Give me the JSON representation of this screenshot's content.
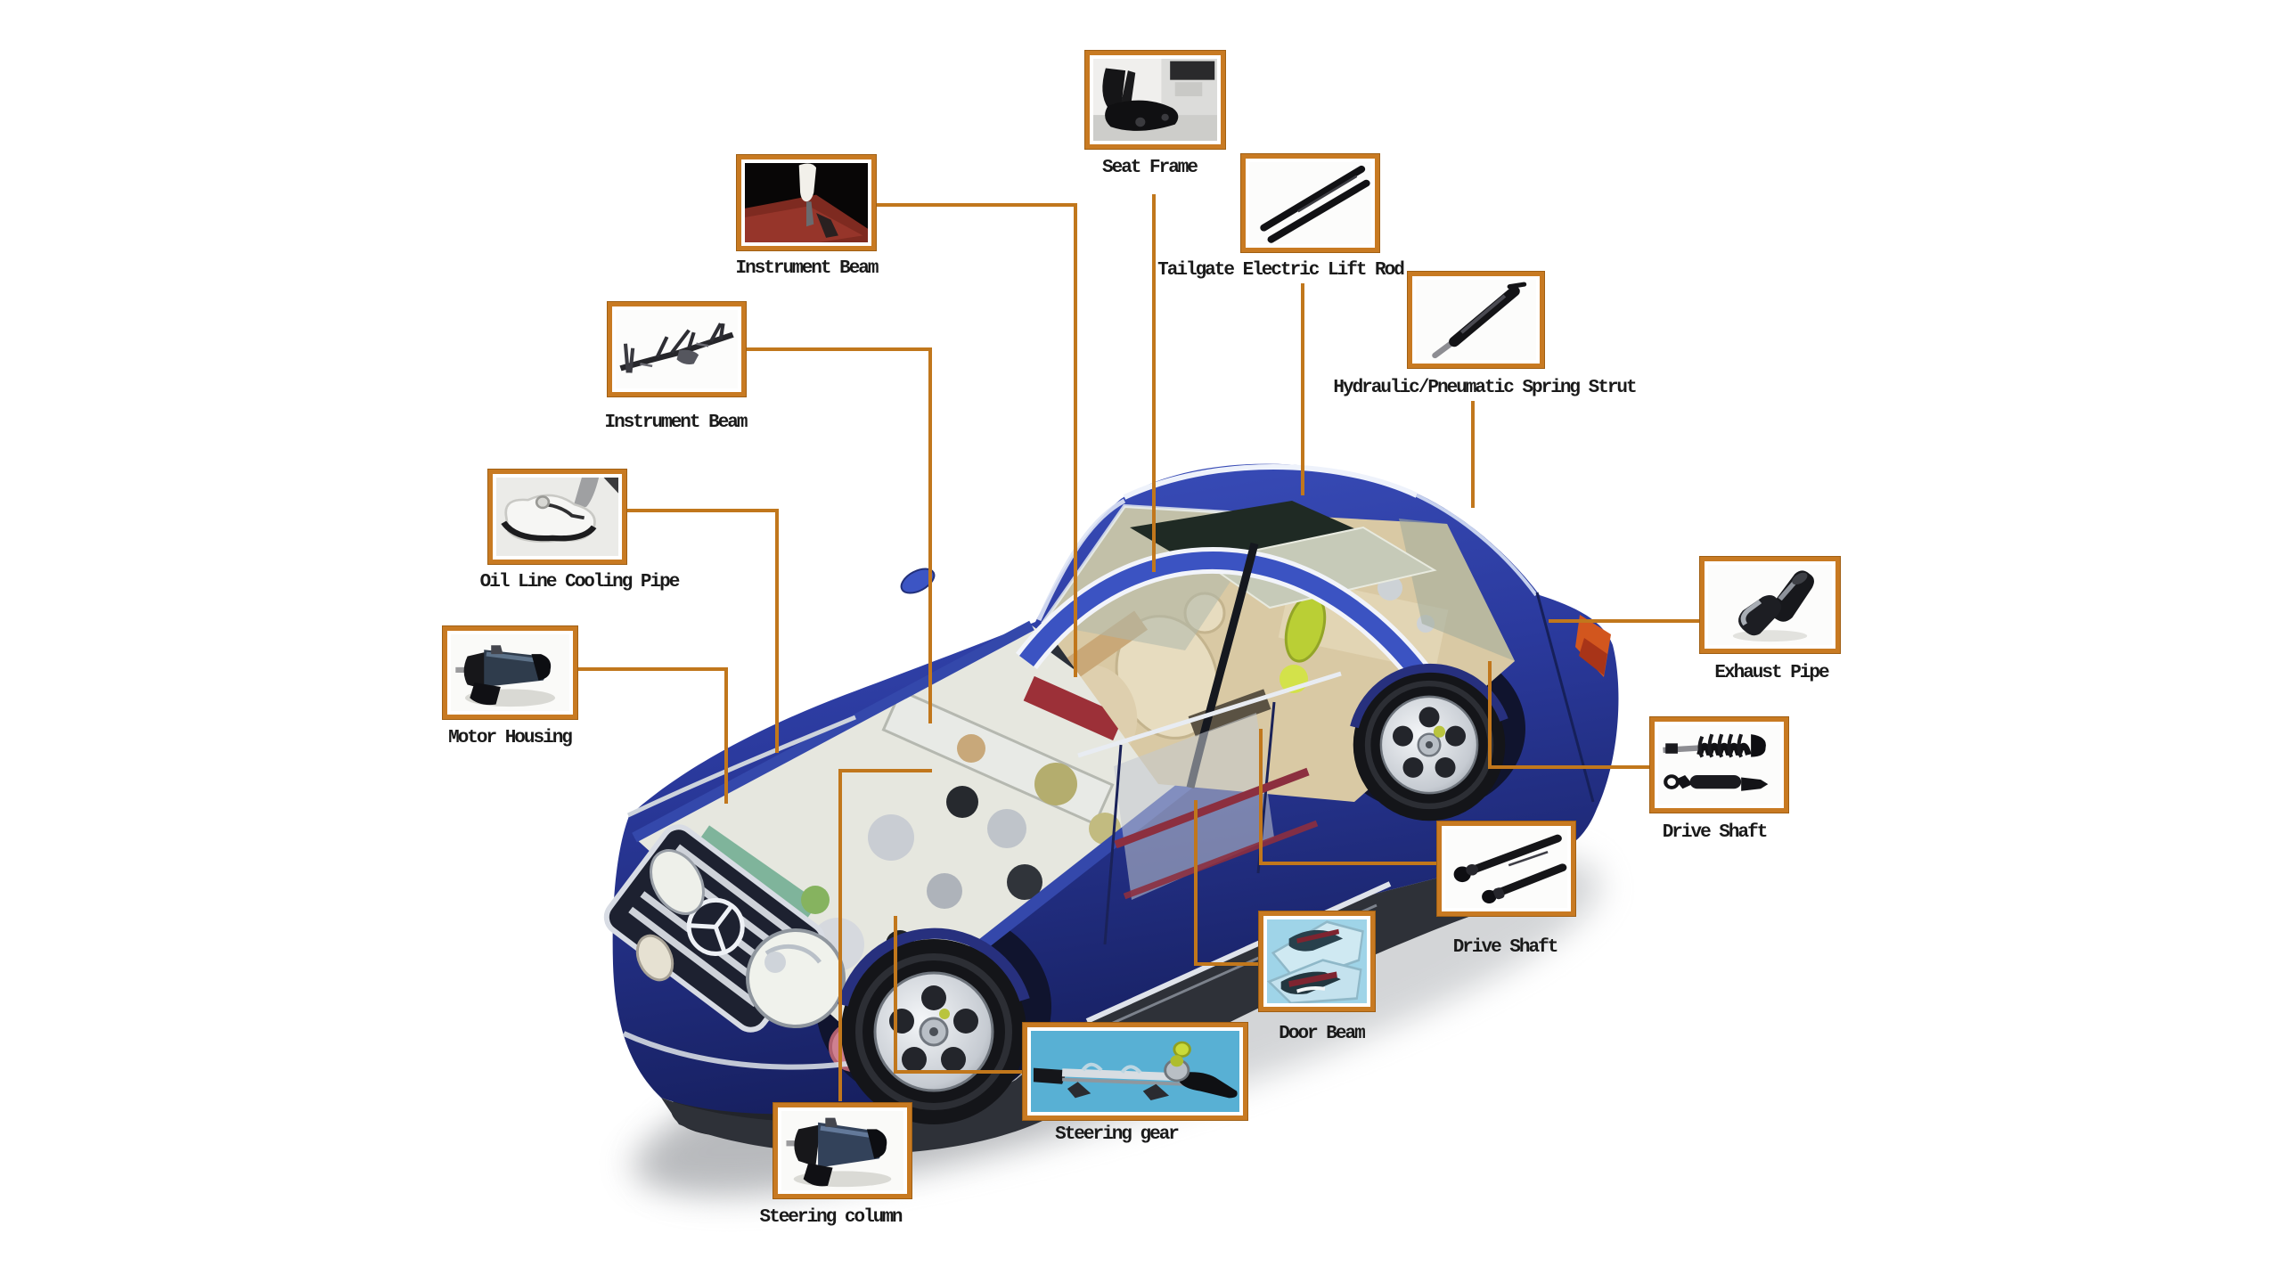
{
  "diagram": {
    "type": "labeled-parts-diagram",
    "subject": "Cutaway sedan with automotive parts callouts",
    "accent_color": "#c1771c",
    "box_border_color": "#c87a22",
    "label_color": "#1a1a1a",
    "background_color": "#ffffff",
    "car_body_color": "#2c3a9e",
    "parts": [
      {
        "id": "seat-frame",
        "label": "Seat Frame",
        "image": "seat-frame-photo"
      },
      {
        "id": "instrument-beam-top",
        "label": "Instrument Beam",
        "image": "instrument-beam-macro-photo"
      },
      {
        "id": "tailgate-electric-lift-rod",
        "label": "Tailgate Electric Lift Rod",
        "image": "lift-rods-photo"
      },
      {
        "id": "hydraulic-pneumatic-spring-strut",
        "label": "Hydraulic/Pneumatic Spring Strut",
        "image": "spring-strut-photo"
      },
      {
        "id": "instrument-beam",
        "label": "Instrument Beam",
        "image": "instrument-beam-frame-photo"
      },
      {
        "id": "oil-line-cooling-pipe",
        "label": "Oil Line Cooling Pipe",
        "image": "oil-line-photo"
      },
      {
        "id": "motor-housing",
        "label": "Motor Housing",
        "image": "motor-housing-photo"
      },
      {
        "id": "exhaust-pipe",
        "label": "Exhaust Pipe",
        "image": "exhaust-pipe-photo"
      },
      {
        "id": "drive-shaft-rear-strut",
        "label": "Drive Shaft",
        "image": "strut-shock-photo"
      },
      {
        "id": "drive-shaft",
        "label": "Drive Shaft",
        "image": "drive-shafts-photo"
      },
      {
        "id": "door-beam",
        "label": "Door Beam",
        "image": "door-beam-photo"
      },
      {
        "id": "steering-gear",
        "label": "Steering gear",
        "image": "steering-gear-photo"
      },
      {
        "id": "steering-column",
        "label": "Steering column",
        "image": "steering-column-photo"
      }
    ]
  }
}
